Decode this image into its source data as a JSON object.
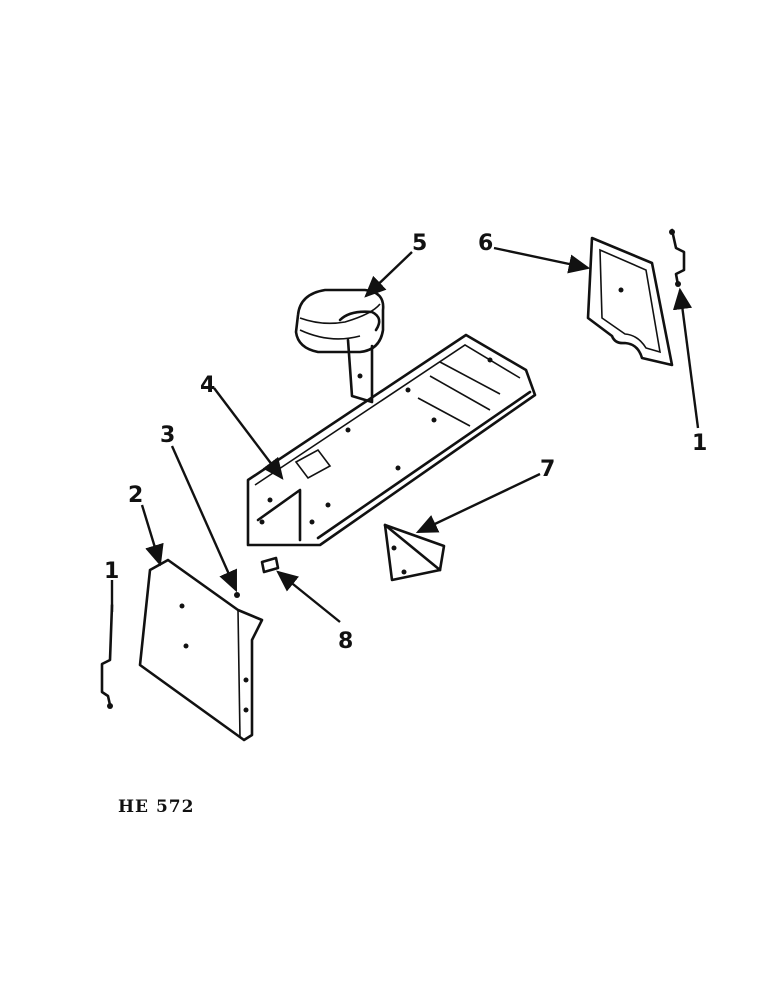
{
  "callouts": [
    {
      "id": "1a",
      "text": "1"
    },
    {
      "id": "1b",
      "text": "1"
    },
    {
      "id": "2",
      "text": "2"
    },
    {
      "id": "3",
      "text": "3"
    },
    {
      "id": "4",
      "text": "4"
    },
    {
      "id": "5",
      "text": "5"
    },
    {
      "id": "6",
      "text": "6"
    },
    {
      "id": "7",
      "text": "7"
    },
    {
      "id": "8",
      "text": "8"
    }
  ],
  "figure_code": "HE 572"
}
